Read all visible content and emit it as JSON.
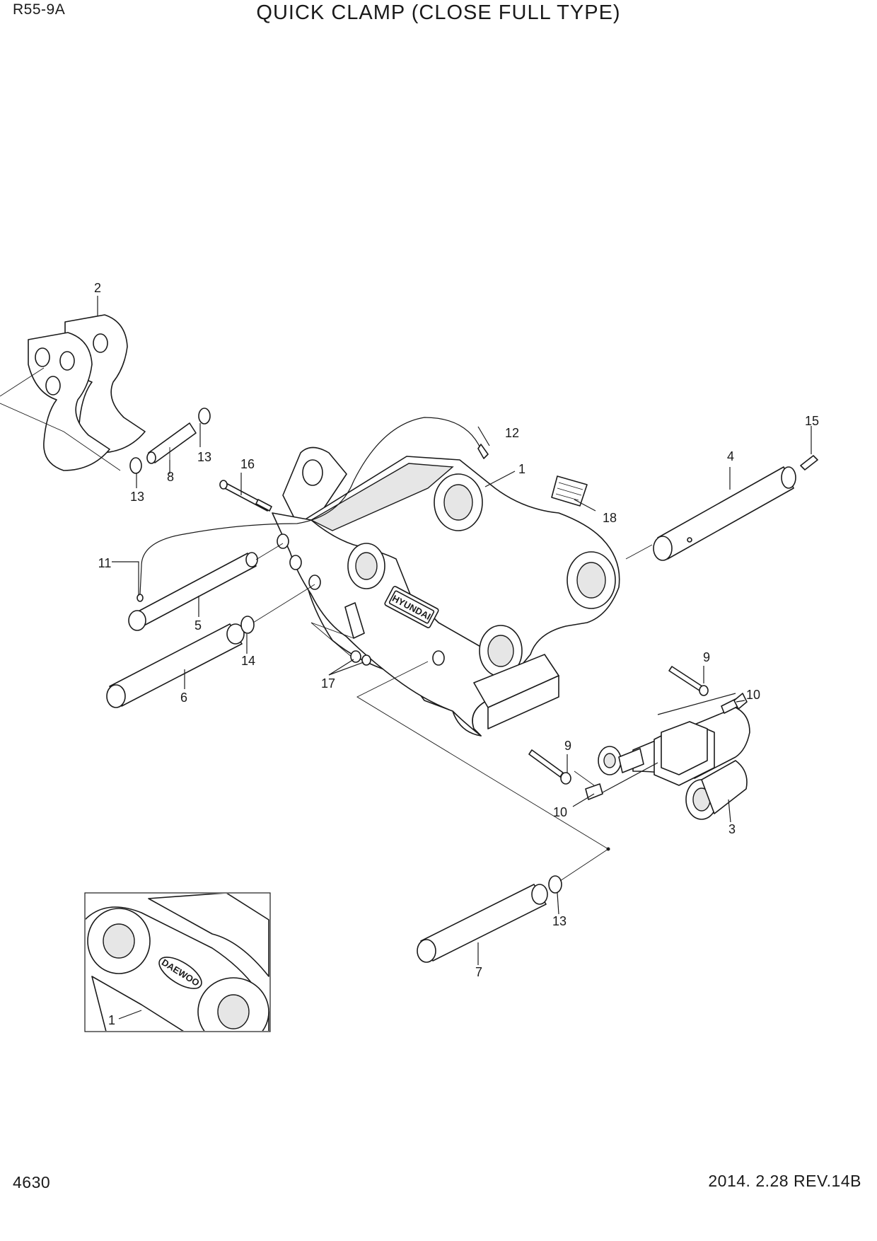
{
  "header": {
    "model": "R55-9A",
    "title": "QUICK CLAMP (CLOSE FULL TYPE)"
  },
  "footer": {
    "page_number": "4630",
    "revision": "2014. 2.28  REV.14B"
  },
  "callouts": {
    "c1": "1",
    "c1b": "1",
    "c2": "2",
    "c3": "3",
    "c4": "4",
    "c5": "5",
    "c6": "6",
    "c7": "7",
    "c8": "8",
    "c9a": "9",
    "c9b": "9",
    "c10a": "10",
    "c10b": "10",
    "c11": "11",
    "c12": "12",
    "c13a": "13",
    "c13b": "13",
    "c13c": "13",
    "c14": "14",
    "c15": "15",
    "c16": "16",
    "c17": "17",
    "c18": "18"
  },
  "markings": {
    "hyundai_logo": "HYUNDAI",
    "daewoo_logo": "DAEWOO"
  }
}
